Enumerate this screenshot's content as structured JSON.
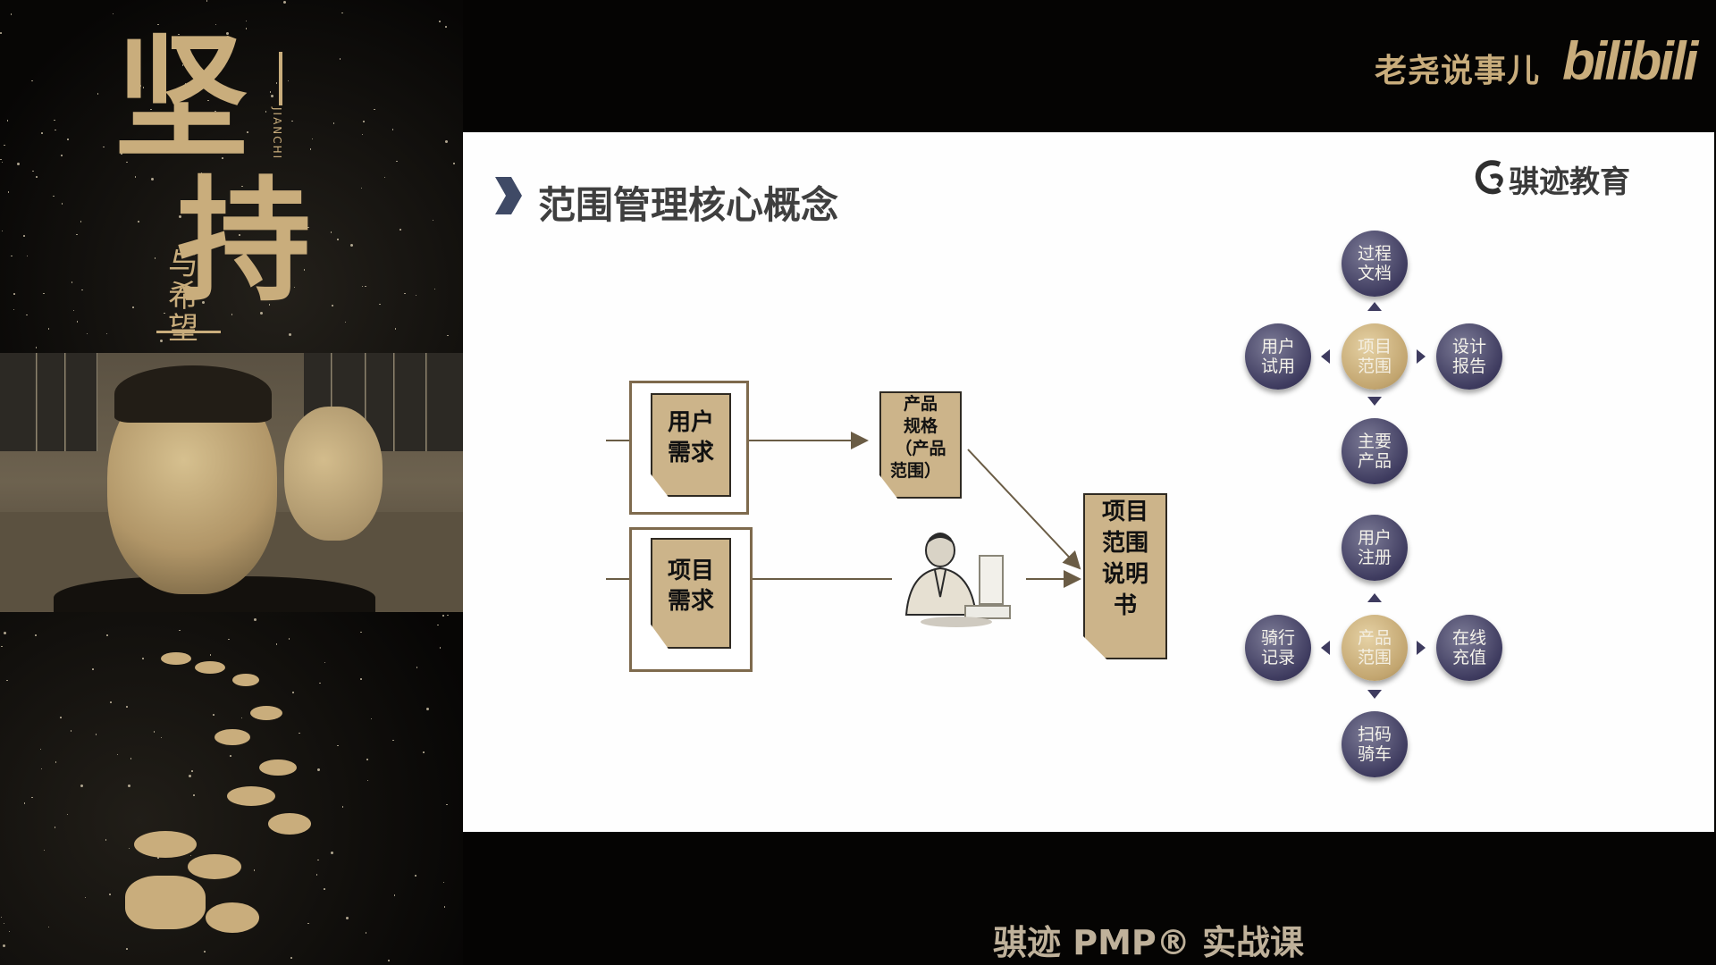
{
  "poster": {
    "title_char1": "坚",
    "title_char2": "持",
    "subtitle": "与希望",
    "pinyin": "JIANCHI"
  },
  "channel": {
    "name": "老尧说事儿",
    "platform_logo": "bilibili"
  },
  "course_caption": "骐迹 PMP® 实战课",
  "slide": {
    "title": "范围管理核心概念",
    "brand": "骐迹教育",
    "flow": {
      "user_req": [
        "用户",
        "需求"
      ],
      "project_req": [
        "项目",
        "需求"
      ],
      "product_spec": [
        "产品",
        "规格",
        "（产品",
        "范围）"
      ],
      "scope_statement": [
        "项目",
        "范围",
        "说明",
        "书"
      ]
    },
    "project_scope_diagram": {
      "center": "项目\n范围",
      "top": "过程\n文档",
      "left": "用户\n试用",
      "right": "设计\n报告",
      "bottom": "主要\n产品"
    },
    "product_scope_diagram": {
      "center": "产品\n范围",
      "top": "用户\n注册",
      "left": "骑行\n记录",
      "right": "在线\n充值",
      "bottom": "扫码\n骑车"
    }
  },
  "colors": {
    "gold": "#c9ad7c",
    "note": "#ccb48a",
    "circle_dark": "#3e3b5f"
  }
}
